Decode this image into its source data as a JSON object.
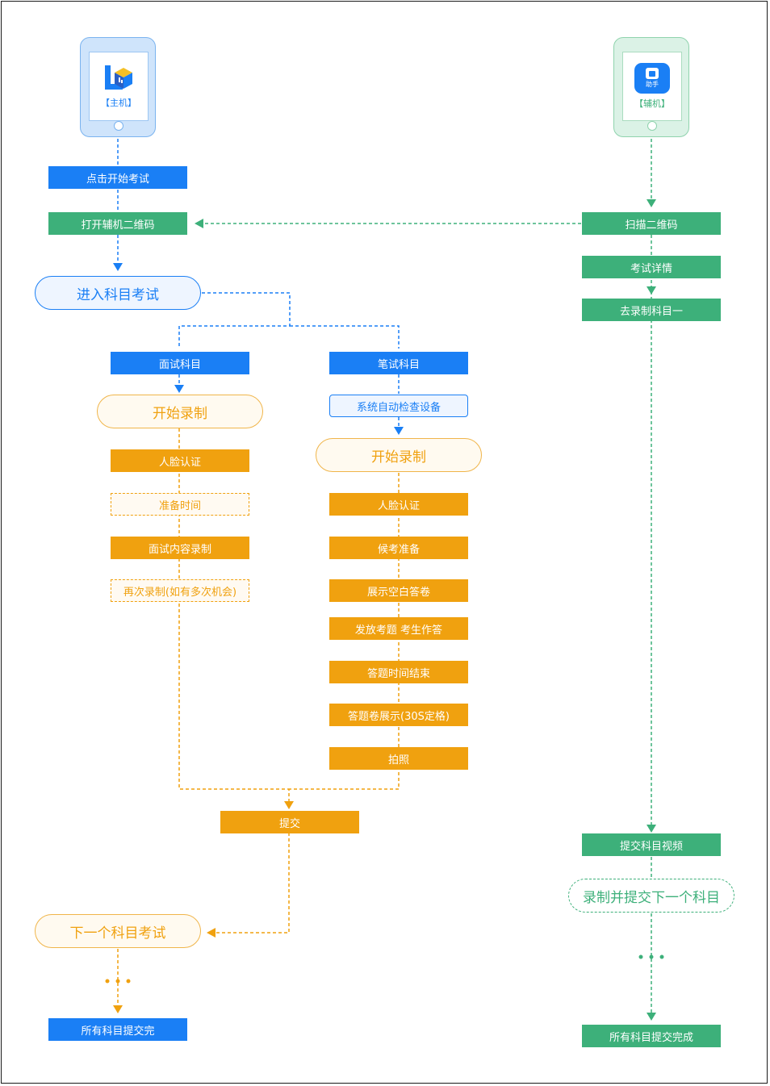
{
  "phones": {
    "main": {
      "label": "【主机】",
      "color": "#1a7ff5"
    },
    "aux": {
      "label": "【辅机】",
      "icon_text": "助手",
      "color": "#3db07a"
    }
  },
  "left": {
    "start_exam": "点击开始考试",
    "open_qr": "打开辅机二维码",
    "enter_subject": "进入科目考试",
    "interview": {
      "title": "面试科目",
      "start_record": "开始录制",
      "steps": [
        "人脸认证",
        "准备时间",
        "面试内容录制",
        "再次录制(如有多次机会)"
      ]
    },
    "written": {
      "title": "笔试科目",
      "auto_check": "系统自动检查设备",
      "start_record": "开始录制",
      "steps": [
        "人脸认证",
        "候考准备",
        "展示空白答卷",
        "发放考题 考生作答",
        "答题时间结束",
        "答题卷展示(30S定格)",
        "拍照"
      ]
    },
    "submit": "提交",
    "next_subject": "下一个科目考试",
    "all_submitted": "所有科目提交完"
  },
  "right": {
    "scan_qr": "扫描二维码",
    "exam_detail": "考试详情",
    "go_record": "去录制科目一",
    "submit_video": "提交科目视频",
    "record_next": "录制并提交下一个科目",
    "all_done": "所有科目提交完成"
  },
  "colors": {
    "blue": "#1a7ff5",
    "green": "#3db07a",
    "orange": "#f0a10f"
  }
}
